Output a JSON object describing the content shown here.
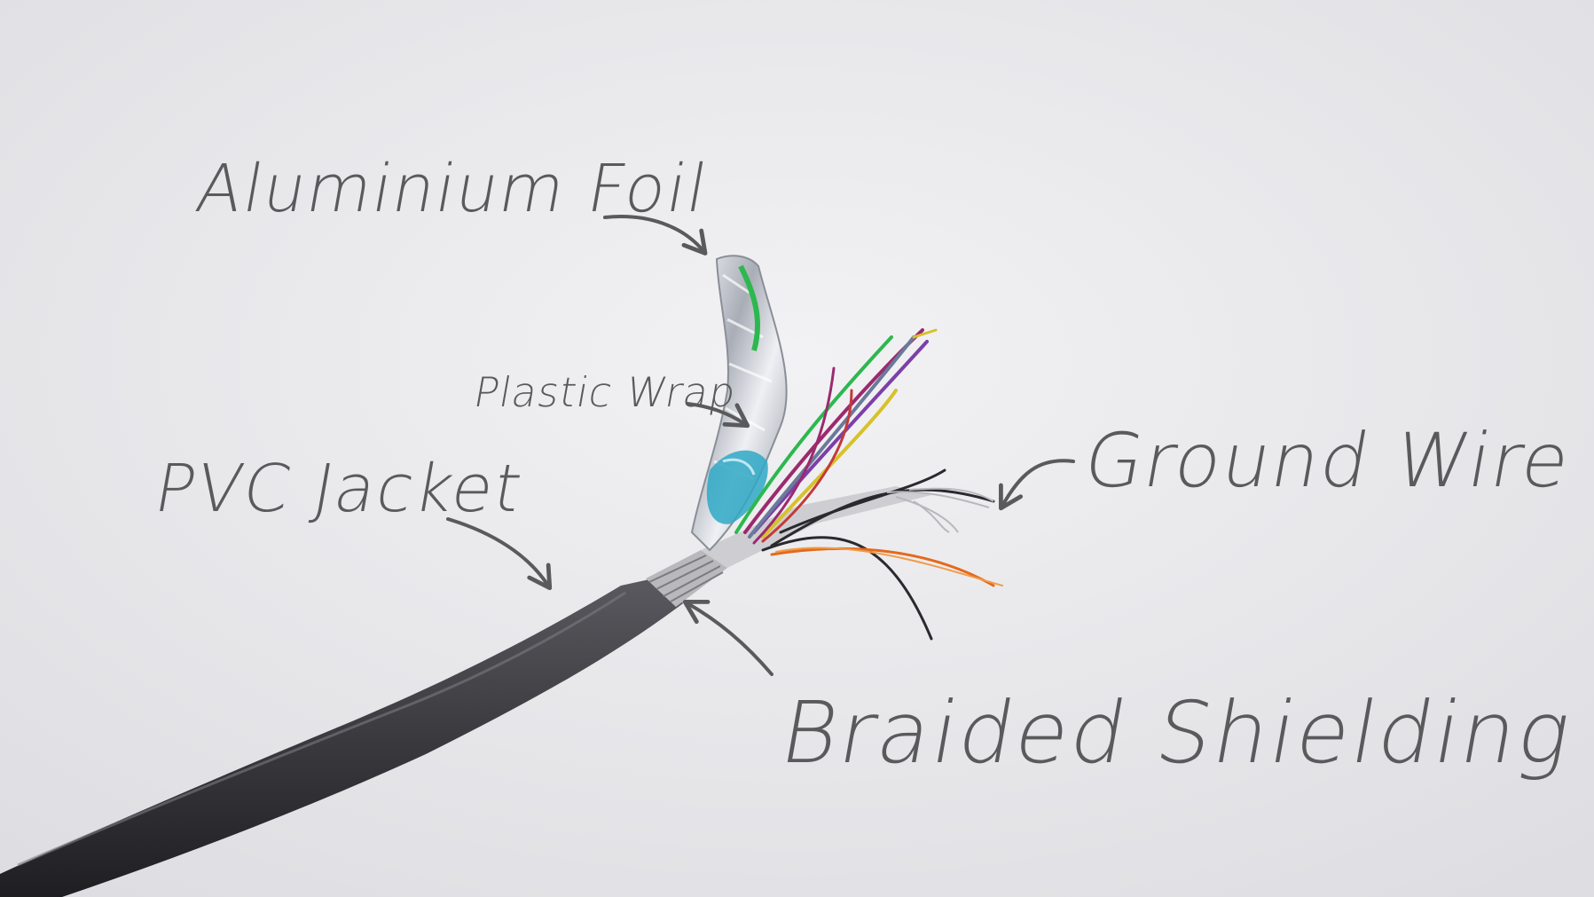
{
  "scene": {
    "background_color": "#ececee",
    "label_color": "#5a5a5c",
    "subject": "stripped-cable"
  },
  "labels": {
    "aluminium_foil": "Aluminium Foil",
    "plastic_wrap": "Plastic Wrap",
    "pvc_jacket": "PVC Jacket",
    "ground_wire": "Ground Wire",
    "braided_shielding": "Braided Shielding"
  },
  "colors": {
    "jacket": "#3f3f43",
    "foil": "#c9ccd2",
    "plastic_wrap": "#2fa8c6",
    "wires": [
      "#2db84f",
      "#9b2a6e",
      "#d8c12a",
      "#e36a1c",
      "#2a2a2e",
      "#7d3fa8",
      "#c23a3a",
      "#6a7a99",
      "#1e8fae"
    ]
  }
}
